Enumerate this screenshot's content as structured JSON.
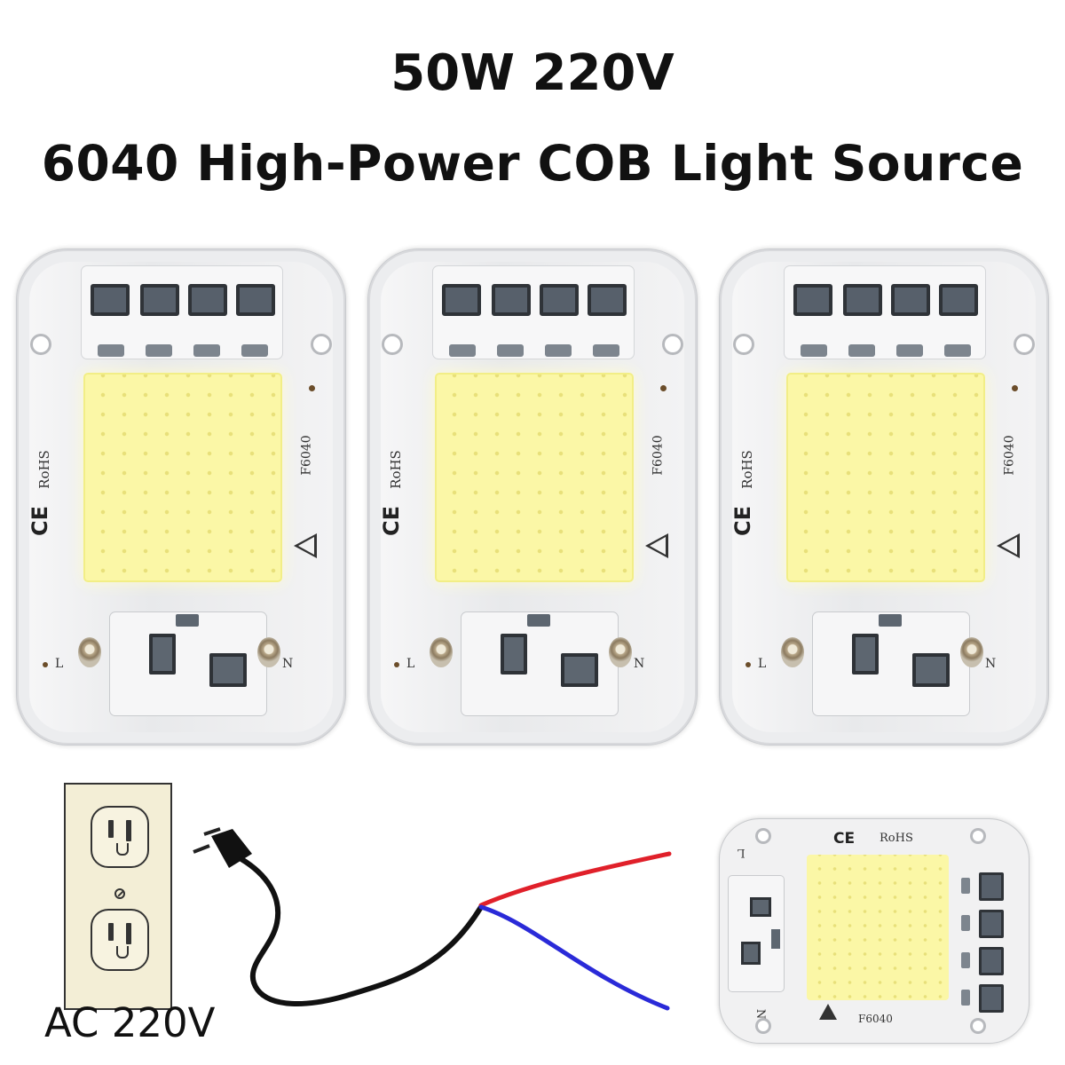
{
  "heading": {
    "line1": "50W 220V",
    "line2": "6040 High-Power COB Light Source"
  },
  "module_labels": {
    "rohs": "RoHS",
    "ce": "CE",
    "model": "F6040",
    "live": "L",
    "neutral": "N"
  },
  "outlet": {
    "voltage_label": "AC 220V"
  },
  "wire_colors": {
    "cord": "#111111",
    "live_wire": "#e0202a",
    "neutral_wire": "#2a2ad8"
  }
}
